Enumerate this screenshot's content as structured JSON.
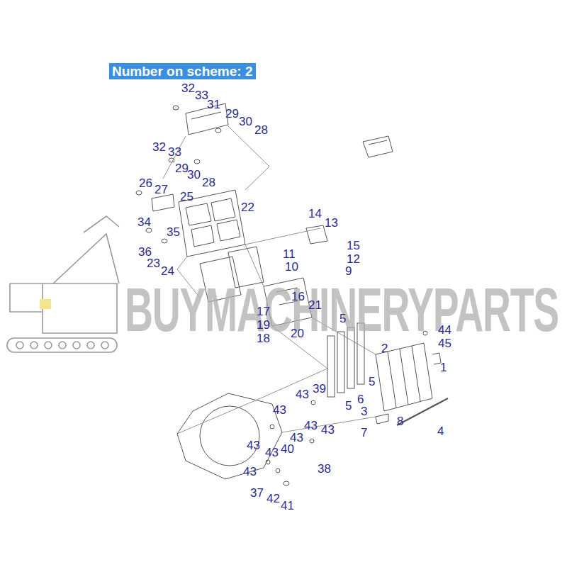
{
  "diagram": {
    "title": "Number on scheme: 2",
    "labels": [
      "BUYMACHINERYPARTS",
      "32",
      "33",
      "31",
      "29",
      "30",
      "28",
      "32",
      "33",
      "29",
      "30",
      "28",
      "26",
      "27",
      "25",
      "22",
      "34",
      "35",
      "36",
      "23",
      "24",
      "14",
      "13",
      "15",
      "12",
      "9",
      "11",
      "10",
      "16",
      "21",
      "17",
      "19",
      "18",
      "20",
      "5",
      "44",
      "45",
      "2",
      "1",
      "5",
      "6",
      "5",
      "3",
      "8",
      "7",
      "4",
      "43",
      "39",
      "43",
      "43",
      "43",
      "43",
      "43",
      "40",
      "43",
      "38",
      "43",
      "37",
      "42",
      "41"
    ]
  }
}
